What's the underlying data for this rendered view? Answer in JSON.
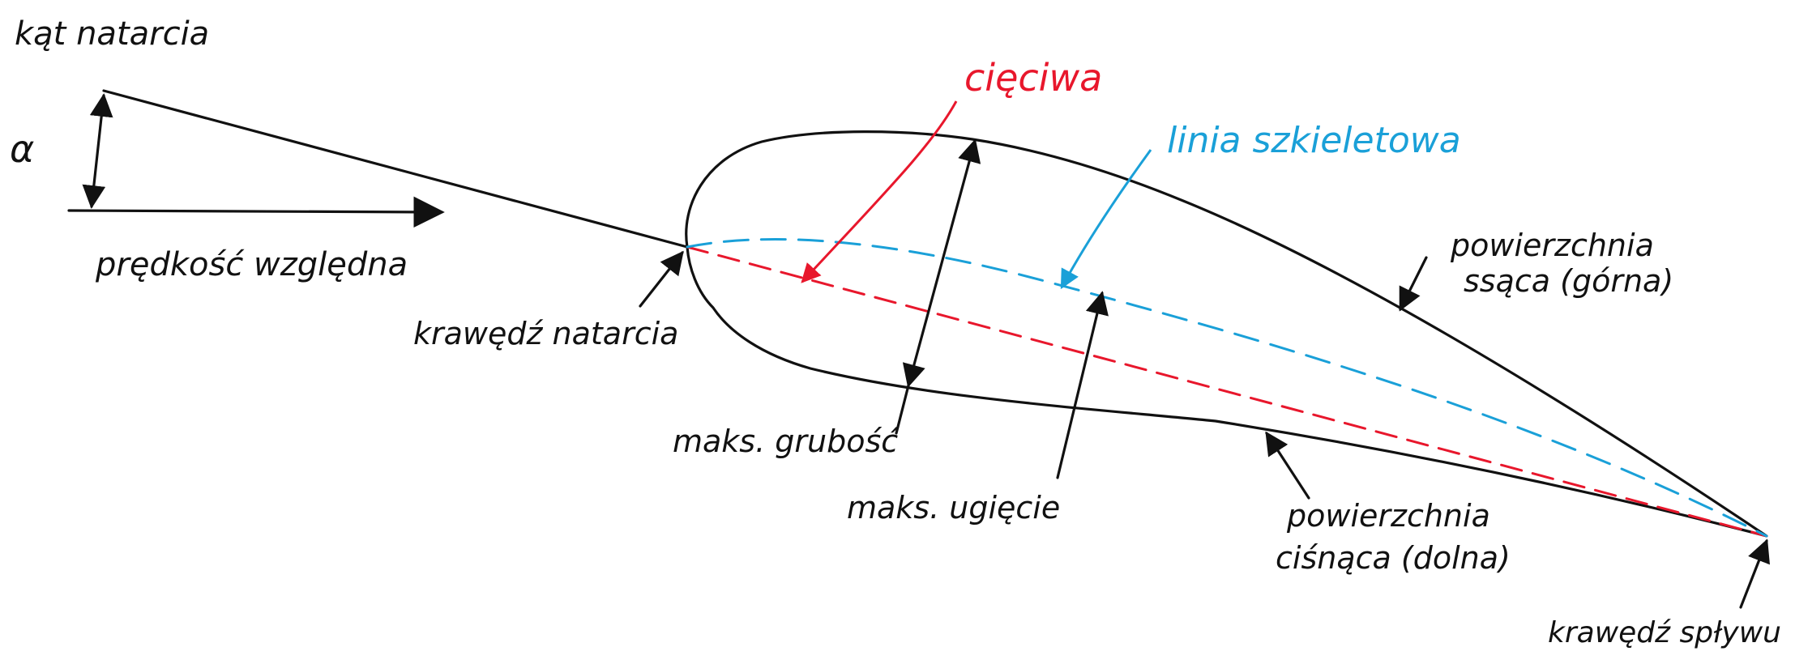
{
  "colors": {
    "ink": "#111111",
    "chord": "#e8172c",
    "camber_line": "#1aa0d8",
    "background": "#ffffff"
  },
  "labels": {
    "angle_of_attack": "kąt natarcia",
    "alpha": "α",
    "relative_velocity": "prędkość względna",
    "leading_edge": "krawędź natarcia",
    "chord": "cięciwa",
    "camber_line": "linia szkieletowa",
    "upper_surface_line1": "powierzchnia",
    "upper_surface_line2": "ssąca (górna)",
    "max_thickness": "maks. grubość",
    "max_camber": "maks. ugięcie",
    "lower_surface_line1": "powierzchnia",
    "lower_surface_line2": "ciśnąca (dolna)",
    "trailing_edge": "krawędź spływu"
  }
}
